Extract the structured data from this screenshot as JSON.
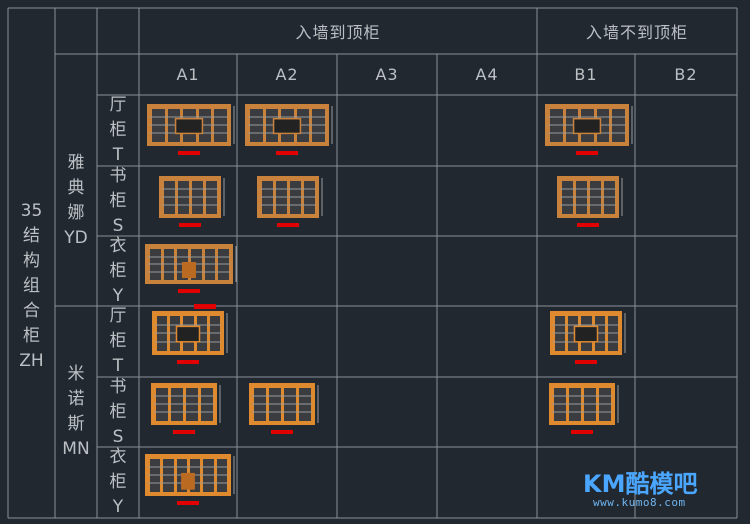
{
  "headers": {
    "top_group_1": "入墙到顶柜",
    "top_group_2": "入墙不到顶柜",
    "columns": [
      "A1",
      "A2",
      "A3",
      "A4",
      "B1",
      "B2"
    ]
  },
  "left_title": [
    "35",
    "结",
    "构",
    "组",
    "合",
    "柜",
    "ZH"
  ],
  "series": [
    {
      "name_chars": [
        "雅",
        "典",
        "娜",
        "YD"
      ]
    },
    {
      "name_chars": [
        "米",
        "诺",
        "斯",
        "MN"
      ]
    }
  ],
  "row_types": [
    [
      "厅",
      "柜",
      "T"
    ],
    [
      "书",
      "柜",
      "S"
    ],
    [
      "衣",
      "柜",
      "Y"
    ]
  ],
  "thumbnails": [
    {
      "row": 0,
      "col": 0,
      "style": "hall",
      "tone": "#c9823c"
    },
    {
      "row": 0,
      "col": 1,
      "style": "hall",
      "tone": "#c9823c"
    },
    {
      "row": 0,
      "col": 4,
      "style": "hall",
      "tone": "#c9823c"
    },
    {
      "row": 1,
      "col": 0,
      "style": "book",
      "tone": "#c9823c"
    },
    {
      "row": 1,
      "col": 1,
      "style": "book",
      "tone": "#c9823c"
    },
    {
      "row": 1,
      "col": 4,
      "style": "book",
      "tone": "#c9823c"
    },
    {
      "row": 2,
      "col": 0,
      "style": "wardrobe",
      "tone": "#c9823c"
    },
    {
      "row": 3,
      "col": 0,
      "style": "hall2",
      "tone": "#e08a30"
    },
    {
      "row": 3,
      "col": 4,
      "style": "hall2",
      "tone": "#e08a30"
    },
    {
      "row": 4,
      "col": 0,
      "style": "book2",
      "tone": "#e08a30"
    },
    {
      "row": 4,
      "col": 1,
      "style": "book2",
      "tone": "#e08a30"
    },
    {
      "row": 4,
      "col": 4,
      "style": "book2",
      "tone": "#e08a30"
    },
    {
      "row": 5,
      "col": 0,
      "style": "wardrobe2",
      "tone": "#e08a30"
    }
  ],
  "colors": {
    "background": "#212830",
    "grid_line": "#8a9098",
    "label_bar": "#e00000",
    "logo": "#4aa6ff"
  },
  "logo": {
    "main": "KM酷模吧",
    "url": "www.kumo8.com"
  }
}
